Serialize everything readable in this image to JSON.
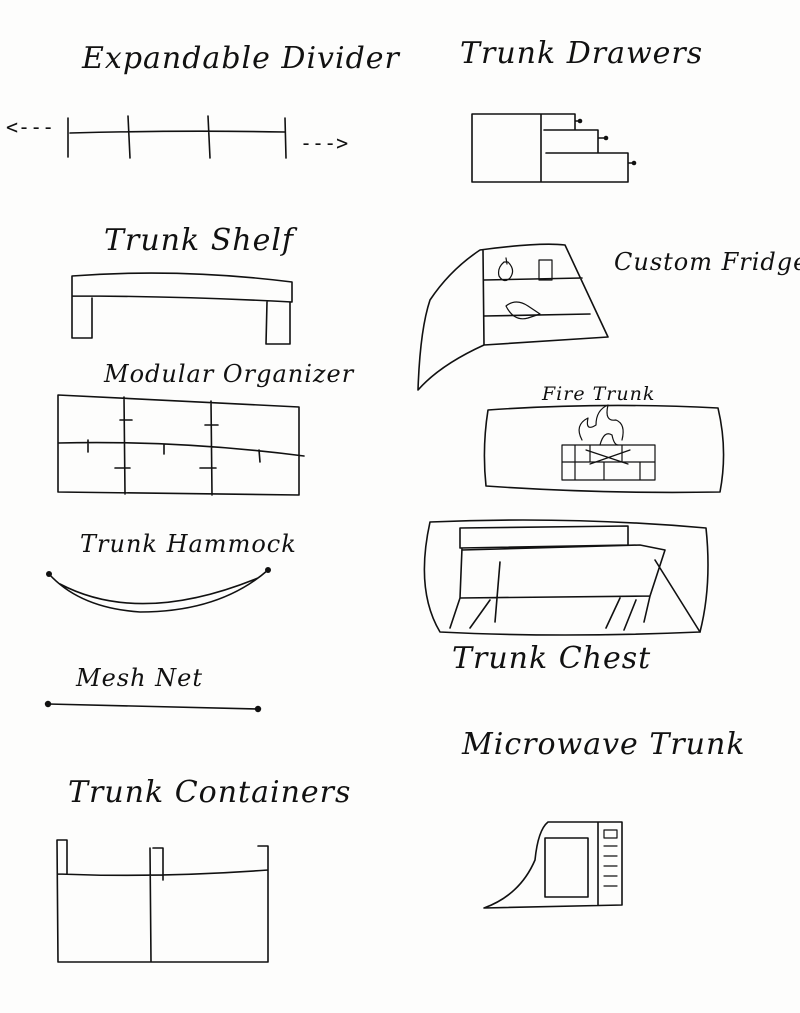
{
  "labels": {
    "expandable_divider": "Expandable Divider",
    "trunk_drawers": "Trunk Drawers",
    "trunk_shelf": "Trunk Shelf",
    "custom_fridge": "Custom Fridge",
    "modular_organizer": "Modular Organizer",
    "fire_trunk": "Fire Trunk",
    "trunk_hammock": "Trunk Hammock",
    "trunk_chest": "Trunk Chest",
    "mesh_net": "Mesh Net",
    "microwave_trunk": "Microwave Trunk",
    "trunk_containers": "Trunk Containers"
  },
  "arrows": {
    "left": "<---",
    "right": "--->"
  },
  "colors": {
    "ink": "#111111",
    "paper": "#fdfdfc"
  }
}
